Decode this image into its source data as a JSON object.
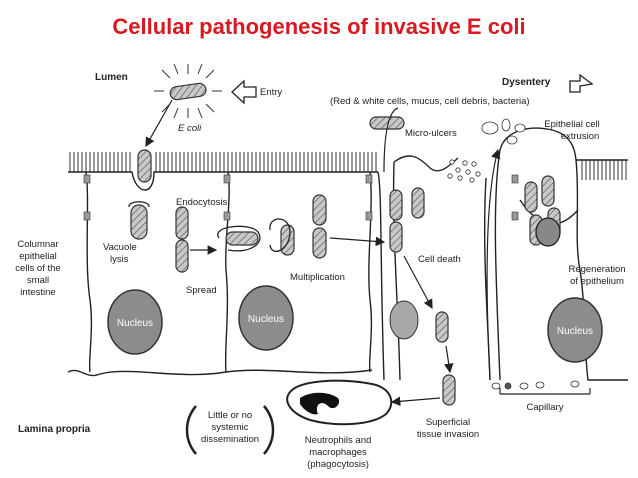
{
  "title": "Cellular pathogenesis of invasive E coli",
  "labels": {
    "lumen": "Lumen",
    "entry": "Entry",
    "ecoli": "E coli",
    "endocytosis": "Endocytosis",
    "vacuole": [
      "Vacuole",
      "lysis"
    ],
    "spread": "Spread",
    "multiplication": "Multiplication",
    "columnar": [
      "Columnar",
      "epithelial",
      "cells of the",
      "small",
      "intestine"
    ],
    "nucleus": "Nucleus",
    "lamina_propria": "Lamina propria",
    "dissemination": [
      "Little or no",
      "systemic",
      "dissemination"
    ],
    "neutrophils": [
      "Neutrophils and",
      "macrophages",
      "(phagocytosis)"
    ],
    "superficial": [
      "Superficial",
      "tissue invasion"
    ],
    "cell_death": "Cell death",
    "dysentery": "Dysentery",
    "dysentery_detail": "(Red & white cells, mucus, cell debris, bacteria)",
    "micro_ulcers": "Micro-ulcers",
    "extrusion": [
      "Epithelial cell",
      "extrusion"
    ],
    "regeneration": [
      "Regeneration",
      "of epithelium"
    ],
    "capillary": "Capillary"
  },
  "colors": {
    "title": "#d71920",
    "nucleus_fill": "#8c8c8c",
    "bacterium_fill": "#b5b5b5"
  }
}
